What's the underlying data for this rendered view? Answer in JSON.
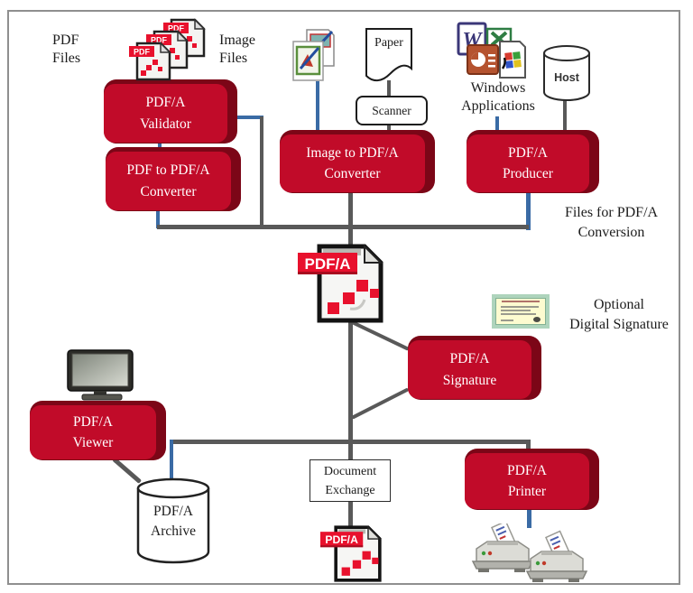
{
  "colors": {
    "box_face": "#c10b29",
    "box_shade": "#7c0617",
    "connector_gray": "#595959",
    "connector_blue": "#3a6ba5",
    "banner_red": "#e8112d"
  },
  "labels": {
    "pdf_files": {
      "line1": "PDF",
      "line2": "Files"
    },
    "image_files": {
      "line1": "Image",
      "line2": "Files"
    },
    "windows_applications": {
      "line1": "Windows",
      "line2": "Applications"
    },
    "files_for_conversion": {
      "line1": "Files for PDF/A",
      "line2": "Conversion"
    },
    "optional_signature": {
      "line1": "Optional",
      "line2": "Digital Signature"
    }
  },
  "boxes": {
    "validator": {
      "line1": "PDF/A",
      "line2": "Validator"
    },
    "pdf_to_pdfa": {
      "line1": "PDF to PDF/A",
      "line2": "Converter"
    },
    "image_to_pdfa": {
      "line1": "Image to PDF/A",
      "line2": "Converter"
    },
    "producer": {
      "line1": "PDF/A",
      "line2": "Producer"
    },
    "signature": {
      "line1": "PDF/A",
      "line2": "Signature"
    },
    "viewer": {
      "line1": "PDF/A",
      "line2": "Viewer"
    },
    "printer": {
      "line1": "PDF/A",
      "line2": "Printer"
    }
  },
  "shapes": {
    "paper": "Paper",
    "scanner": "Scanner",
    "document_exchange": {
      "line1": "Document",
      "line2": "Exchange"
    },
    "archive": {
      "line1": "PDF/A",
      "line2": "Archive"
    },
    "host": "Host"
  },
  "icons": {
    "pdfa_banner": "PDF/A",
    "pdf_banner": "PDF",
    "word_letter": "W"
  }
}
